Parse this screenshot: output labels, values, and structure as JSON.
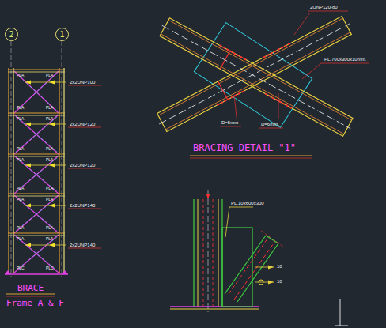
{
  "diagram": {
    "nodes": [
      {
        "text": [
          "2"
        ]
      },
      {
        "text": [
          "1"
        ]
      }
    ],
    "labels": [
      "2UNP120-80",
      "PL.700x300x10mm.",
      "D=5mm",
      "D=6mm.",
      "BRACING DETAIL \"1\"",
      "2x2UNP100",
      "2x2UNP120",
      "2x2UNP120",
      "2x2UNP140",
      "2x2UNP140",
      "BRACE",
      "Frame A & F",
      "PL.10x600x300",
      "10",
      "10",
      "PLA",
      "PLA",
      "PLA",
      "PLA",
      "PLA",
      "PLA",
      "PLA",
      "PLA",
      "PLA",
      "PLA",
      "PLA",
      "PLA",
      "PLA",
      "PLA",
      "PLA",
      "PLA",
      "PLA",
      "PLA",
      "PLC",
      "PLC"
    ]
  }
}
